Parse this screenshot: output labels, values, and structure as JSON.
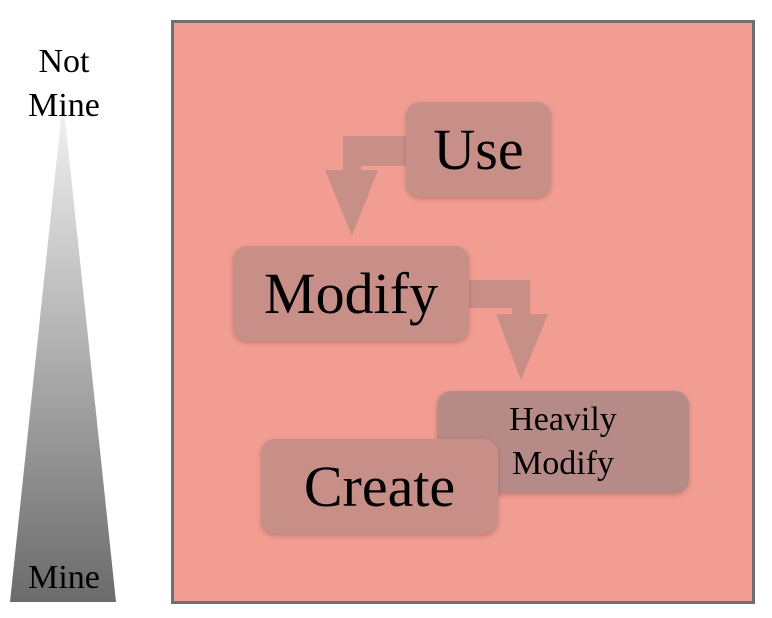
{
  "scale": {
    "top_label": "Not\nMine",
    "top_line1": "Not",
    "top_line2": "Mine",
    "bottom_label": "Mine"
  },
  "steps": {
    "use": "Use",
    "modify": "Modify",
    "heavily_modify_line1": "Heavily",
    "heavily_modify_line2": "Modify",
    "create": "Create"
  },
  "colors": {
    "panel": "#f19d92",
    "panel_border": "#6f6f6f",
    "box": "#c78f88",
    "box_heavy": "#b68a86",
    "arrow": "#c78f88",
    "wedge_top": "#f2f2f2",
    "wedge_bottom": "#6e6e6e"
  }
}
